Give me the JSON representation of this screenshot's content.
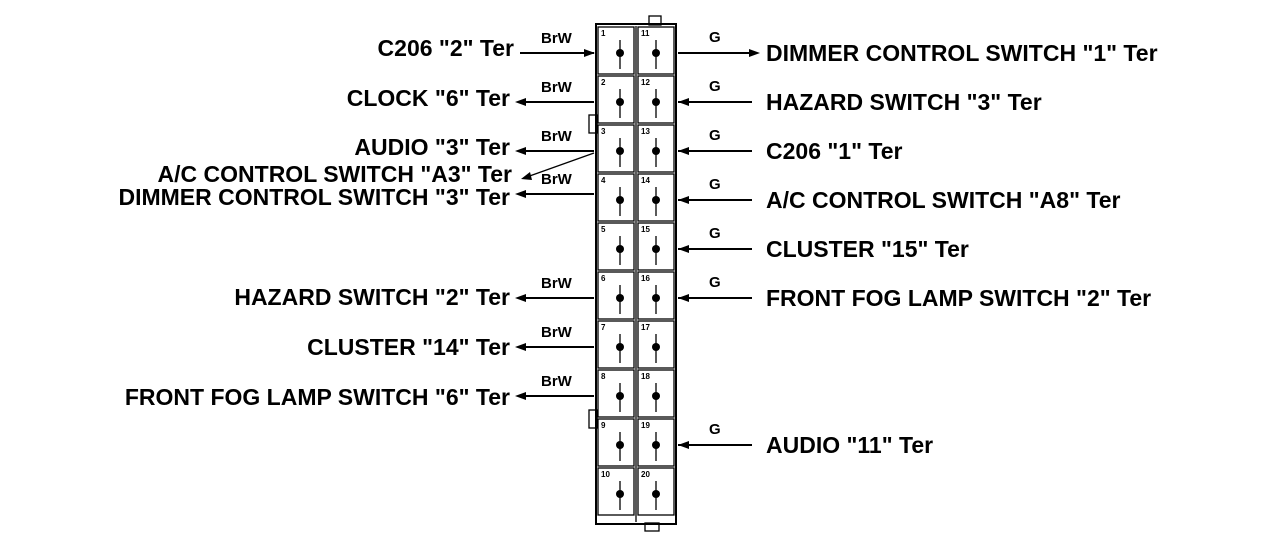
{
  "connector": {
    "pins_left": [
      "1",
      "2",
      "3",
      "4",
      "5",
      "6",
      "7",
      "8",
      "9",
      "10"
    ],
    "pins_right": [
      "11",
      "12",
      "13",
      "14",
      "15",
      "16",
      "17",
      "18",
      "19",
      "20"
    ]
  },
  "left_wires": [
    {
      "pin": 1,
      "label": "C206 \"2\" Ter",
      "color": "BrW",
      "direction": "in"
    },
    {
      "pin": 2,
      "label": "CLOCK \"6\" Ter",
      "color": "BrW",
      "direction": "out"
    },
    {
      "pin": 3,
      "label": "AUDIO \"3\" Ter",
      "color": "BrW",
      "direction": "out"
    },
    {
      "pin": 3,
      "label": "A/C CONTROL SWITCH \"A3\" Ter",
      "color": "",
      "direction": "out"
    },
    {
      "pin": 4,
      "label": "DIMMER CONTROL SWITCH \"3\" Ter",
      "color": "BrW",
      "direction": "out"
    },
    {
      "pin": 6,
      "label": "HAZARD SWITCH \"2\" Ter",
      "color": "BrW",
      "direction": "out"
    },
    {
      "pin": 7,
      "label": "CLUSTER \"14\" Ter",
      "color": "BrW",
      "direction": "out"
    },
    {
      "pin": 8,
      "label": "FRONT FOG LAMP SWITCH \"6\" Ter",
      "color": "BrW",
      "direction": "out"
    }
  ],
  "right_wires": [
    {
      "pin": 11,
      "label": "DIMMER CONTROL SWITCH \"1\" Ter",
      "color": "G",
      "direction": "out"
    },
    {
      "pin": 12,
      "label": "HAZARD SWITCH \"3\" Ter",
      "color": "G",
      "direction": "in"
    },
    {
      "pin": 13,
      "label": "C206 \"1\" Ter",
      "color": "G",
      "direction": "in"
    },
    {
      "pin": 14,
      "label": "A/C CONTROL SWITCH \"A8\" Ter",
      "color": "G",
      "direction": "in"
    },
    {
      "pin": 15,
      "label": "CLUSTER \"15\" Ter",
      "color": "G",
      "direction": "in"
    },
    {
      "pin": 16,
      "label": "FRONT FOG LAMP SWITCH \"2\" Ter",
      "color": "G",
      "direction": "in"
    },
    {
      "pin": 19,
      "label": "AUDIO \"11\" Ter",
      "color": "G",
      "direction": "in"
    }
  ]
}
